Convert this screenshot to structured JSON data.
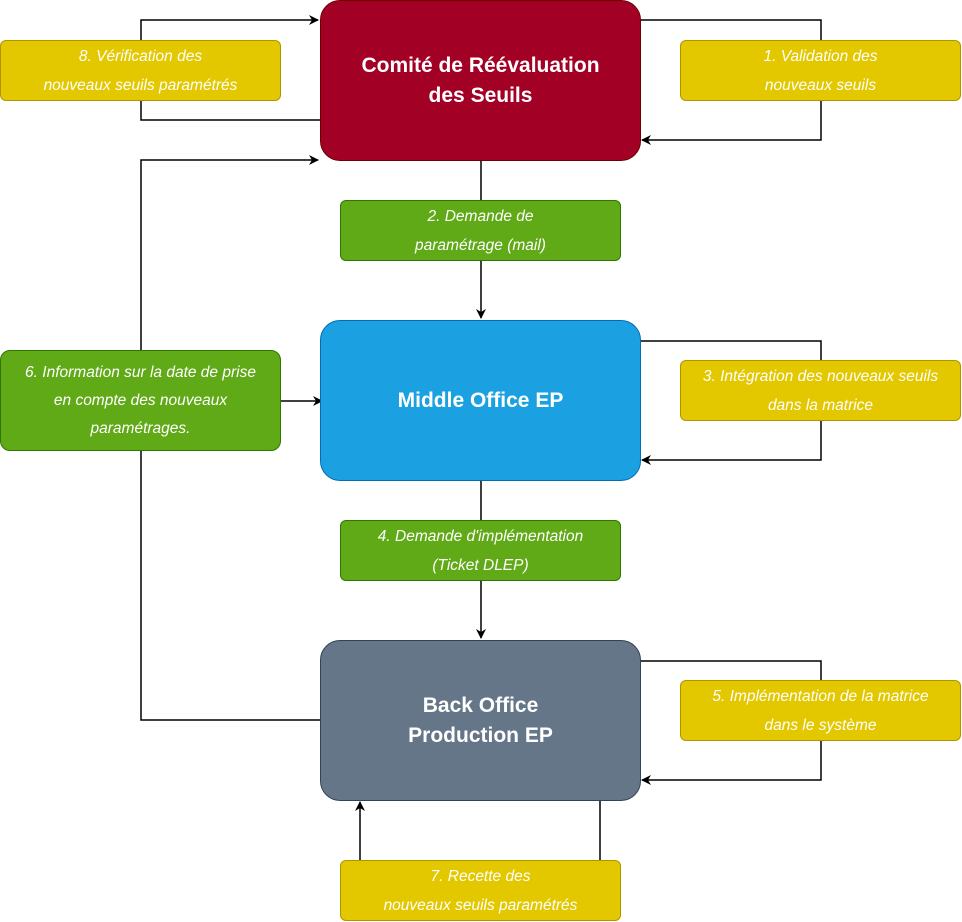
{
  "colors": {
    "comite": "#a20025",
    "comite_border": "#6f0000",
    "middle": "#1ba1e2",
    "middle_border": "#006eaf",
    "back": "#647687",
    "back_border": "#314354",
    "yellow": "#e3c800",
    "yellow_border": "#b09500",
    "green": "#60a917",
    "green_border": "#2d7600",
    "line": "#000000"
  },
  "nodes": {
    "comite": "Comité de Réévaluation\ndes Seuils",
    "middle_office": "Middle Office EP",
    "back_office": "Back Office\nProduction EP"
  },
  "steps": {
    "s1": "1. Validation des\nnouveaux  seuils",
    "s2": "2. Demande de\nparamétrage (mail)",
    "s3": "3. Intégration des nouveaux seuils\ndans la matrice",
    "s4": "4. Demande d'implémentation\n(Ticket DLEP)",
    "s5": "5. Implémentation de la matrice\ndans le système",
    "s6": "6. Information sur la date de prise\nen compte des nouveaux\nparamétrages.",
    "s7": "7. Recette des\nnouveaux  seuils paramétrés",
    "s8": "8. Vérification des\nnouveaux  seuils paramétrés"
  }
}
